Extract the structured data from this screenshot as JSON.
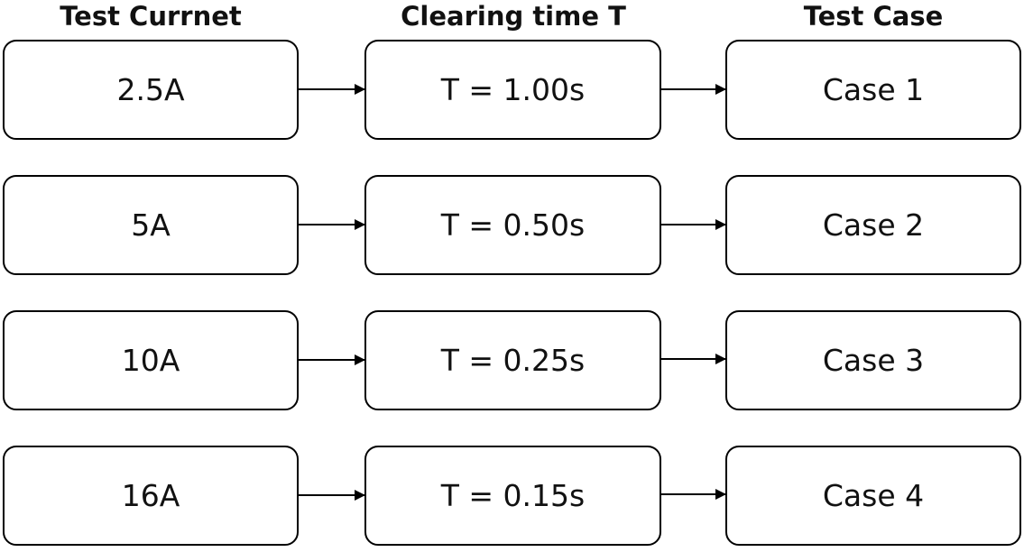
{
  "headers": {
    "current": "Test Currnet",
    "clearing": "Clearing time T",
    "case": "Test Case"
  },
  "rows": [
    {
      "current": "2.5A",
      "clearing": "T = 1.00s",
      "case": "Case 1"
    },
    {
      "current": "5A",
      "clearing": "T = 0.50s",
      "case": "Case 2"
    },
    {
      "current": "10A",
      "clearing": "T = 0.25s",
      "case": "Case 3"
    },
    {
      "current": "16A",
      "clearing": "T = 0.15s",
      "case": "Case 4"
    }
  ]
}
